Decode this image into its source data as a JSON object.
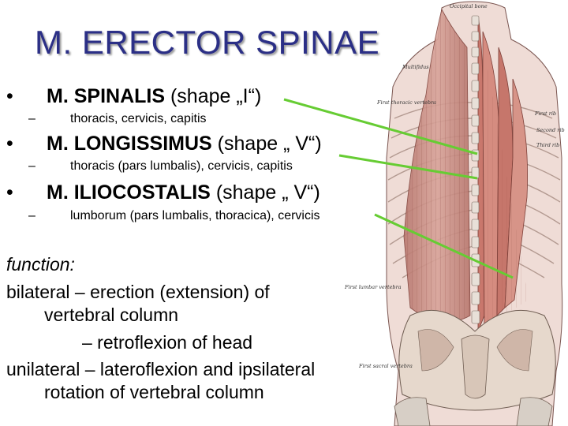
{
  "slide": {
    "title": "M. ERECTOR SPINAE",
    "bullets": [
      {
        "bold": "M. SPINALIS",
        "rest": " (shape „I“)",
        "sub": "thoracis, cervicis, capitis"
      },
      {
        "bold": "M. LONGISSIMUS",
        "rest": " (shape „ V“)",
        "sub": "thoracis (pars lumbalis), cervicis, capitis"
      },
      {
        "bold": "M. ILIOCOSTALIS",
        "rest": " (shape „ V“)",
        "sub": "lumborum (pars lumbalis, thoracica), cervicis"
      }
    ],
    "bullet_symbol": "•",
    "dash_symbol": "–",
    "function_heading": "function:",
    "function_lines": [
      "bilateral – erection (extension) of",
      "vertebral column",
      "– retroflexion of head",
      "unilateral – lateroflexion and ipsilateral",
      "rotation of vertebral column"
    ]
  },
  "figure": {
    "icon": "back-muscles-anatomy-illustration",
    "labels": [
      "Occipital bone",
      "Multifidus",
      "First thoracic vertebra",
      "First rib",
      "Second rib",
      "Third rib",
      "First lumbar vertebra",
      "First sacral vertebra"
    ],
    "pointer_color": "#66cc33",
    "muscle_color": "#c98a80"
  }
}
